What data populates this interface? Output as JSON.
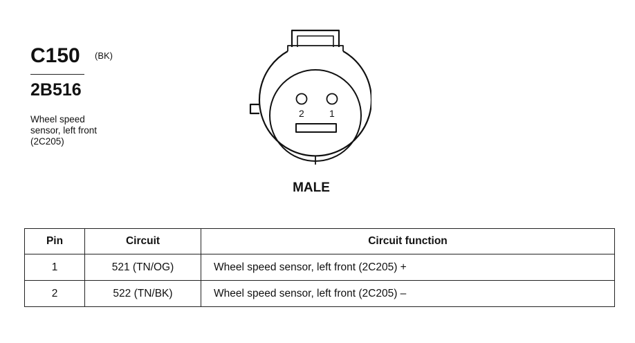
{
  "connector": {
    "id": "C150",
    "color_code": "(BK)",
    "part_number": "2B516",
    "description_lines": [
      "Wheel speed",
      "sensor, left front",
      "(2C205)"
    ]
  },
  "diagram": {
    "pin_labels": [
      "2",
      "1"
    ],
    "view_label": "MALE"
  },
  "table": {
    "headers": [
      "Pin",
      "Circuit",
      "Circuit function"
    ],
    "rows": [
      {
        "pin": "1",
        "circuit": "521 (TN/OG)",
        "function": "Wheel speed sensor, left front (2C205) +"
      },
      {
        "pin": "2",
        "circuit": "522 (TN/BK)",
        "function": "Wheel speed sensor, left front (2C205) –"
      }
    ]
  }
}
